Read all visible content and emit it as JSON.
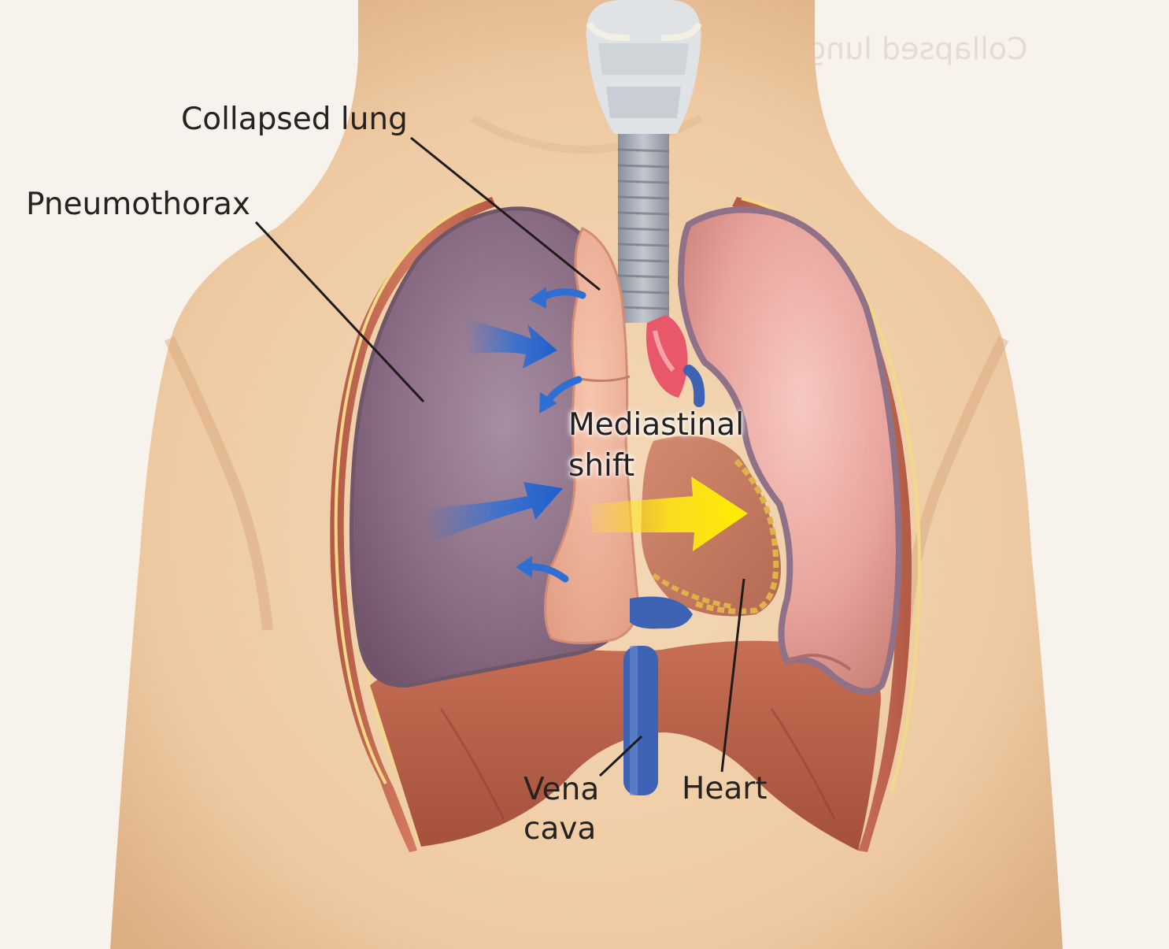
{
  "labels": {
    "collapsed_lung": "Collapsed lung",
    "pneumothorax": "Pneumothorax",
    "mediastinal_shift": "Mediastinal\nshift",
    "vena_cava": "Vena\ncava",
    "heart": "Heart"
  },
  "bleed_through_text": {
    "mirrored_label": "Collapsed lung"
  },
  "colors": {
    "background": "#f7f2ec",
    "skin": "#f0cfa8",
    "pneumothorax_space": "#8f7288",
    "collapsed_lung": "#efb098",
    "healthy_lung": "#eaa8a3",
    "diaphragm": "#b8654e",
    "vena_cava": "#3f63b4",
    "air_arrows": "#2f6fd4",
    "shift_arrow": "#ffe61a",
    "trachea": "#9aa1ad",
    "label_text": "#262220"
  }
}
